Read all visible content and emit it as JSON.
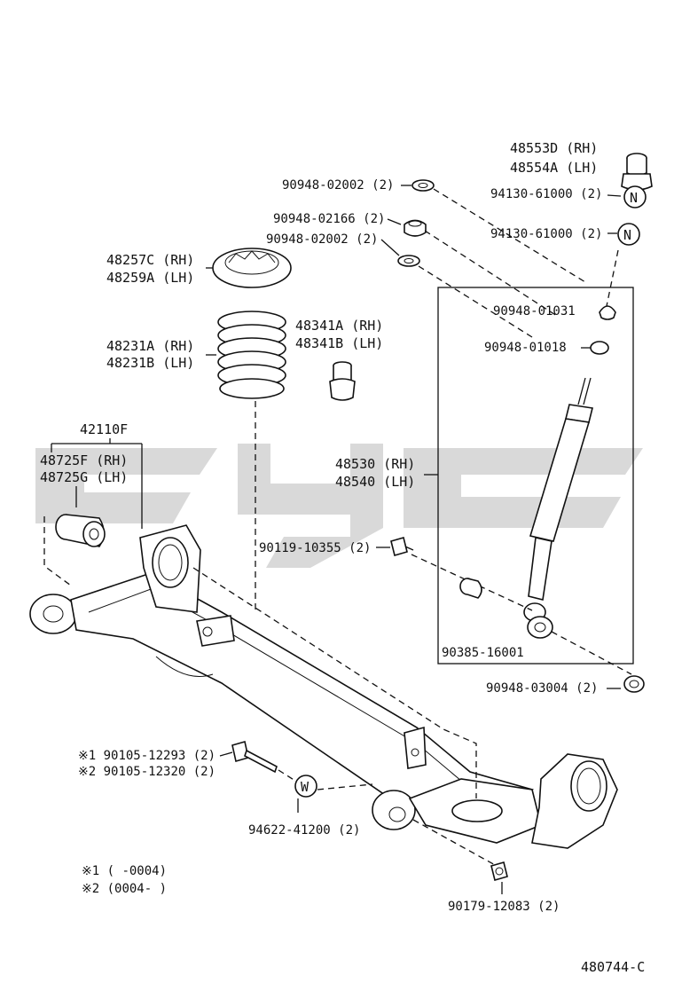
{
  "watermark": "ctc",
  "labels": {
    "bump_stopper_rh": "48553D (RH)",
    "bump_stopper_lh": "48554A (LH)",
    "washer_top": "90948-02002 (2)",
    "nut_n_top": "94130-61000 (2)",
    "nut_n_top_mark": "N",
    "cushion_02166": "90948-02166 (2)",
    "washer_mid": "90948-02002 (2)",
    "nut_n_mid": "94130-61000 (2)",
    "nut_n_mid_mark": "N",
    "insulator_rh": "48257C (RH)",
    "insulator_lh": "48259A (LH)",
    "cushion_01031": "90948-01031",
    "cushion_01018": "90948-01018",
    "coil_spring_rh": "48231A (RH)",
    "coil_spring_lh": "48231B (LH)",
    "bumper_rh": "48341A (RH)",
    "bumper_lh": "48341B (LH)",
    "axle_beam": "42110F",
    "bushing_rh": "48725F (RH)",
    "bushing_lh": "48725G (LH)",
    "absorber_rh": "48530 (RH)",
    "absorber_lh": "48540 (LH)",
    "bolt_10355": "90119-10355 (2)",
    "collar_16001": "90385-16001",
    "bush_03004": "90948-03004 (2)",
    "bolt_12293": "※1 90105-12293 (2)",
    "bolt_12320": "※2 90105-12320 (2)",
    "nut_w": "94622-41200 (2)",
    "nut_w_mark": "W",
    "nut_12083": "90179-12083 (2)",
    "note1": "※1 (     -0004)",
    "note2": "※2 (0004-     )",
    "figure_id": "480744-C"
  }
}
